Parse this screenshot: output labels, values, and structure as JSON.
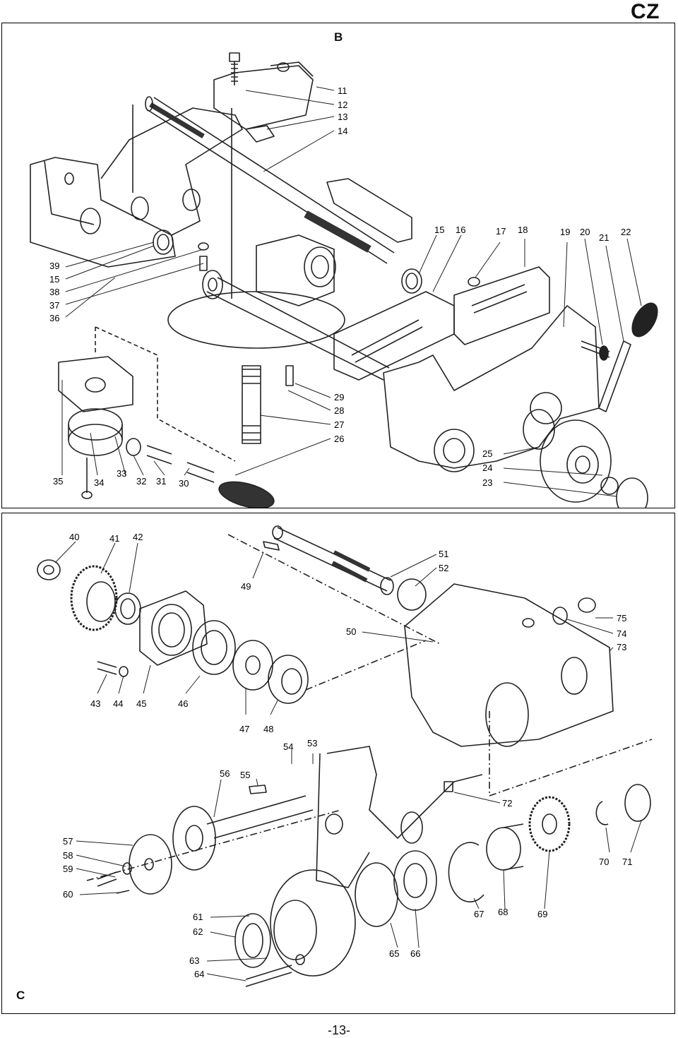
{
  "header": {
    "language_tag": "CZ"
  },
  "panel_b": {
    "letter": "B",
    "callouts": [
      "11",
      "12",
      "13",
      "14",
      "15",
      "16",
      "17",
      "18",
      "19",
      "20",
      "21",
      "22",
      "39",
      "15",
      "38",
      "37",
      "36",
      "29",
      "28",
      "27",
      "26",
      "35",
      "34",
      "33",
      "32",
      "31",
      "30",
      "25",
      "24",
      "23"
    ]
  },
  "panel_c": {
    "letter": "C",
    "callouts": [
      "40",
      "41",
      "42",
      "49",
      "51",
      "52",
      "75",
      "74",
      "73",
      "50",
      "43",
      "44",
      "45",
      "46",
      "47",
      "48",
      "54",
      "53",
      "56",
      "55",
      "72",
      "57",
      "58",
      "59",
      "60",
      "70",
      "71",
      "61",
      "62",
      "63",
      "64",
      "65",
      "66",
      "67",
      "68",
      "69"
    ]
  },
  "footer": {
    "page_number": "-13-"
  }
}
